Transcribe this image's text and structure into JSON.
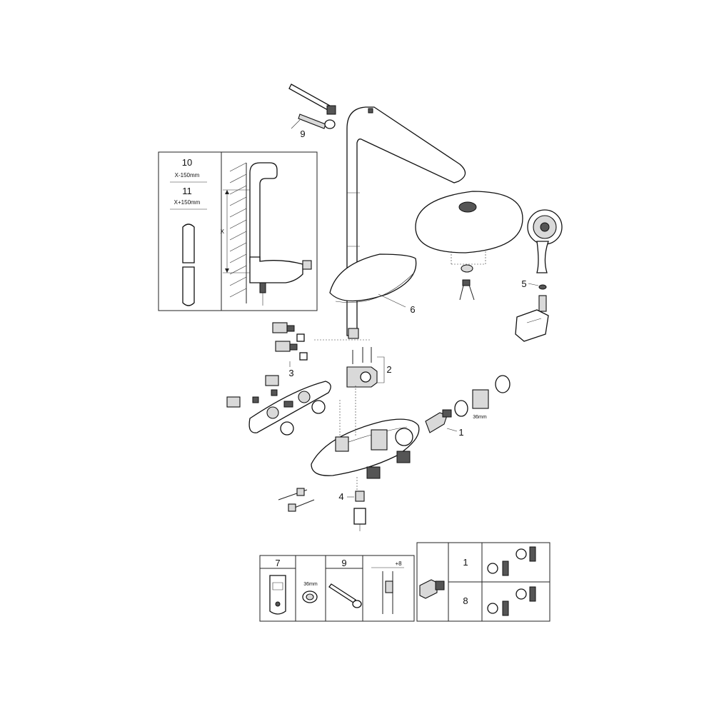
{
  "callouts": {
    "c1": "1",
    "c2": "2",
    "c3": "3",
    "c4": "4",
    "c5": "5",
    "c6": "6",
    "c9": "9"
  },
  "inset_top": {
    "n10": "10",
    "t10": "X-150mm",
    "n11": "11",
    "t11": "X+150mm",
    "x": "X"
  },
  "dim_36mm": "36mm",
  "bottom_table": {
    "n7": "7",
    "wrench_size": "36mm",
    "n9": "9",
    "offset": "+8",
    "row1": "1",
    "row8": "8"
  }
}
